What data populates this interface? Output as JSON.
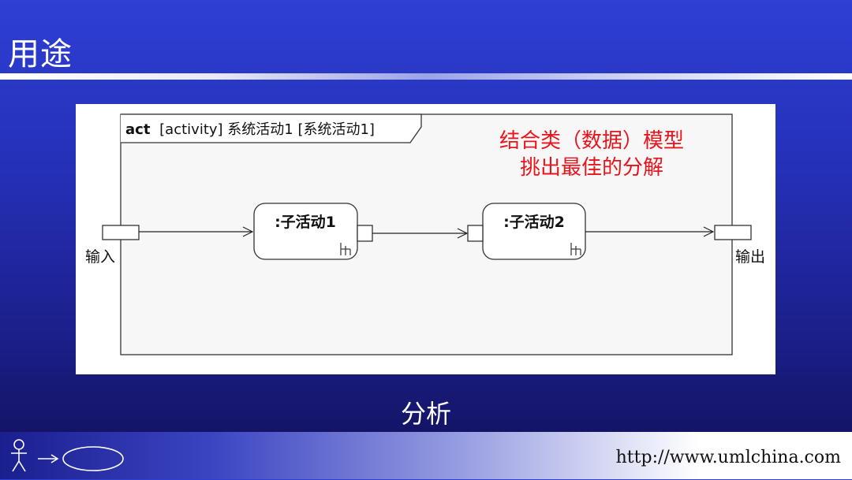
{
  "slide": {
    "title": "用途",
    "caption": "分析",
    "footer_url": "http://www.umlchina.com"
  },
  "colors": {
    "background_top": "#2e3fd4",
    "background_bottom": "#100f55",
    "annotation": "#e8141b"
  },
  "diagram": {
    "frame_keyword": "act",
    "frame_name": "[activity] 系统活动1 [系统活动1]",
    "annotation_lines": [
      "结合类（数据）模型",
      "挑出最佳的分解"
    ],
    "input_pin_label": "输入",
    "output_pin_label": "输出",
    "actions": [
      {
        "label": ":子活动1",
        "icon": "rake-icon"
      },
      {
        "label": ":子活动2",
        "icon": "rake-icon"
      }
    ]
  },
  "icons": {
    "footer_logo": "actor-usecase-icon"
  }
}
